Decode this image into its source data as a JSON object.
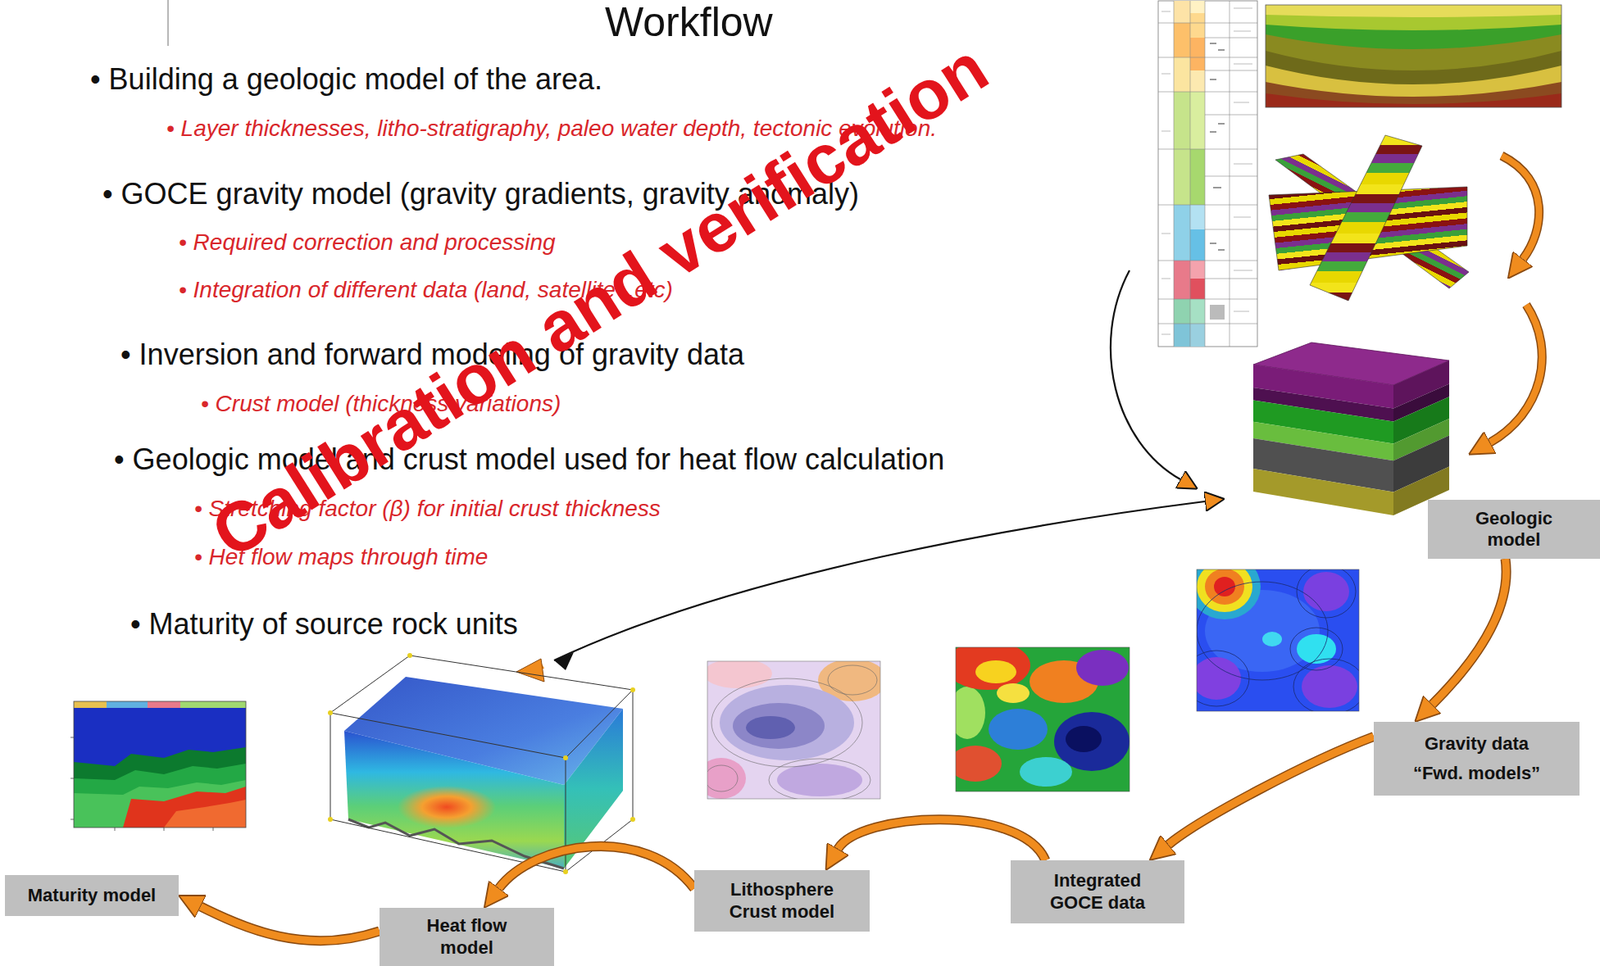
{
  "diagram": {
    "title": "Workflow",
    "nodes": [
      {
        "text": [
          "Geologic model"
        ]
      },
      {
        "text": [
          "Gravity data",
          "“Fwd. models”"
        ]
      },
      {
        "text": [
          "Integrated GOCE data"
        ]
      },
      {
        "text": [
          "Lithosphere Crust model"
        ]
      },
      {
        "text": [
          "Heat flow model"
        ]
      },
      {
        "text": [
          "Maturity model"
        ]
      }
    ],
    "edges": [
      {
        "from": 0,
        "to": 1,
        "arrow": "to"
      },
      {
        "from": 1,
        "to": 2,
        "arrow": "to"
      },
      {
        "from": 2,
        "to": 3,
        "arrow": "to"
      },
      {
        "from": 3,
        "to": 4,
        "arrow": "to"
      },
      {
        "from": 4,
        "to": 5,
        "arrow": "to"
      }
    ],
    "labels": [
      "• Building a geologic model of the area.",
      "• Layer thicknesses, litho-stratigraphy, paleo water depth, tectonic evolution.",
      "• GOCE gravity model (gravity gradients, gravity anomaly)",
      "• Required correction and processing",
      "• Integration of different data (land, satellite ..etc)",
      "• Inversion and forward modeling of gravity data",
      "• Crust model (thickness variations)",
      "• Geologic model and crust model used for heat flow calculation",
      "• Stretching factor (β) for initial crust thickness",
      "• Het flow maps through time",
      "• Maturity of source rock units",
      "Calibration and verification"
    ]
  }
}
